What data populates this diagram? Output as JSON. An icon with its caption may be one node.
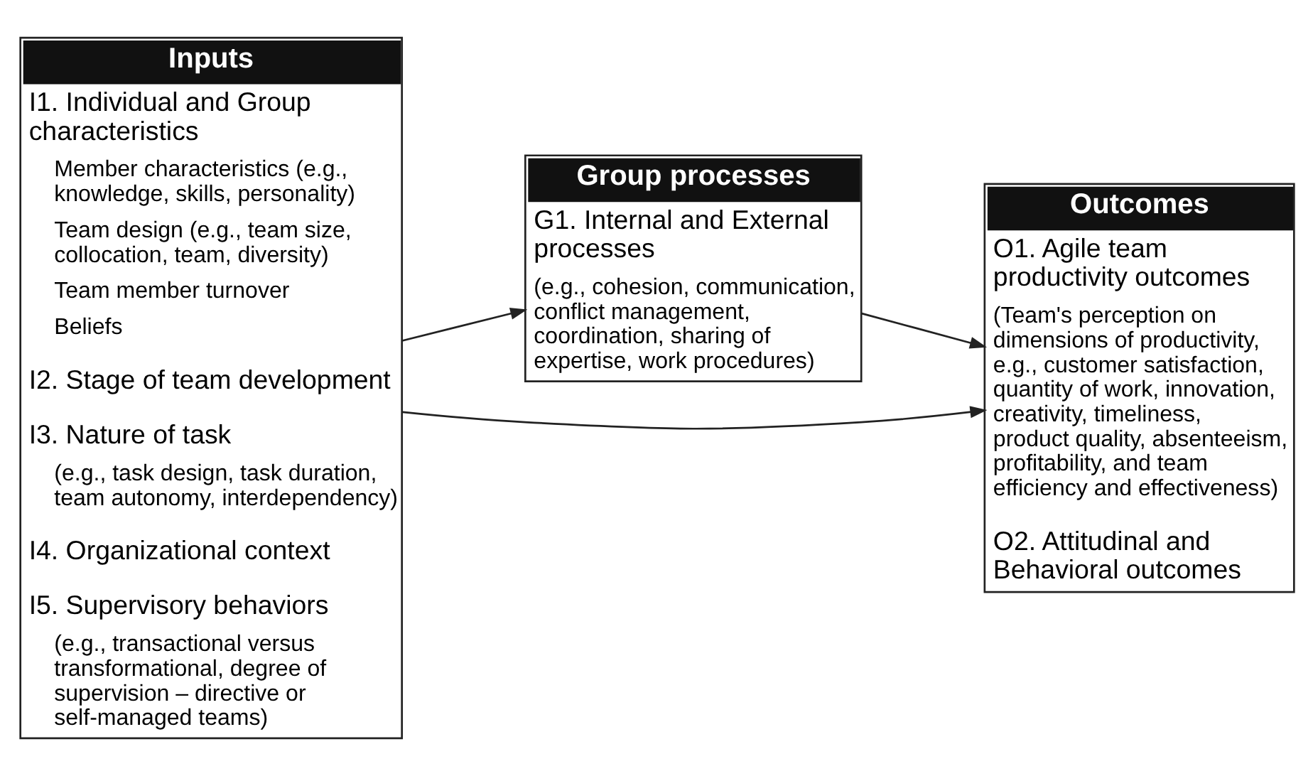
{
  "diagram": {
    "nodes": [
      {
        "text": [
          "Inputs",
          "I1. Individual and Group characteristics",
          "Member characteristics (e.g., knowledge, skills, personality)",
          "Team design (e.g., team size, collocation, team, diversity)",
          "Team member turnover",
          "Beliefs",
          "I2. Stage of team development",
          "I3. Nature of task",
          "(e.g., task design, task duration, team autonomy, interdependency)",
          "I4. Organizational context",
          "I5. Supervisory behaviors",
          "(e.g., transactional versus transformational, degree of supervision – directive or self-managed teams)"
        ]
      },
      {
        "text": [
          "Group processes",
          "G1. Internal and External processes",
          "(e.g., cohesion, communication, conflict management, coordination, sharing of expertise, work procedures)"
        ]
      },
      {
        "text": [
          "Outcomes",
          "O1. Agile team productivity outcomes",
          "(Team's perception on dimensions of productivity, e.g., customer satisfaction, quantity of work, innovation, creativity, timeliness, product quality, absenteeism, profitability, and team efficiency and effectiveness)",
          "O2. Attitudinal and Behavioral outcomes"
        ]
      }
    ],
    "edges": [
      {
        "from": 0,
        "to": 1,
        "arrow": "to"
      },
      {
        "from": 1,
        "to": 2,
        "arrow": "to"
      },
      {
        "from": 0,
        "to": 2,
        "arrow": "to"
      }
    ]
  }
}
